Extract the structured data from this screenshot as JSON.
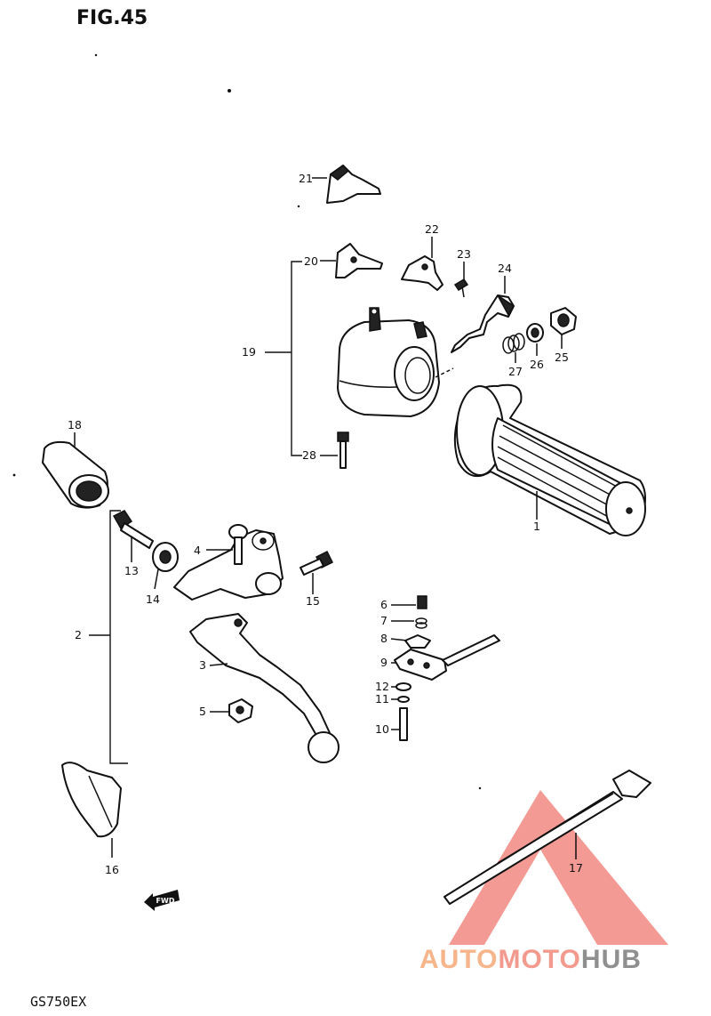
{
  "figure": {
    "title": "FIG.45",
    "model": "GS750EX"
  },
  "fwd_label": "FWD",
  "callouts": {
    "c1": "1",
    "c2": "2",
    "c3": "3",
    "c4": "4",
    "c5": "5",
    "c6": "6",
    "c7": "7",
    "c8": "8",
    "c9": "9",
    "c10": "10",
    "c11": "11",
    "c12": "12",
    "c13": "13",
    "c14": "14",
    "c15": "15",
    "c16": "16",
    "c17": "17",
    "c18": "18",
    "c19": "19",
    "c20": "20",
    "c21": "21",
    "c22": "22",
    "c23": "23",
    "c24": "24",
    "c25": "25",
    "c26": "26",
    "c27": "27",
    "c28": "28"
  },
  "watermark": {
    "part1": "AUTO",
    "part2": "MOTO",
    "part3": "HUB"
  },
  "colors": {
    "watermark_red": "#e8483c",
    "watermark_orange": "#f6b58a",
    "watermark_gray": "#8f8f8f"
  }
}
